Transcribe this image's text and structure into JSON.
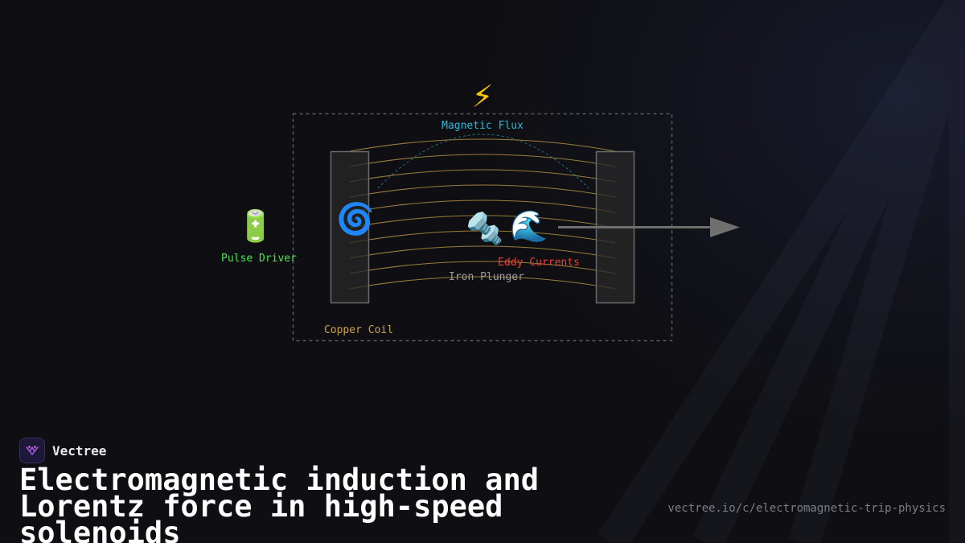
{
  "diagram": {
    "labels": {
      "magnetic_flux": "Magnetic Flux",
      "pulse_driver": "Pulse Driver",
      "eddy_currents": "Eddy Currents",
      "iron_plunger": "Iron Plunger",
      "copper_coil": "Copper Coil"
    },
    "icons": {
      "flux": "high-voltage-emoji",
      "driver": "battery-emoji",
      "coil": "cyclone-emoji",
      "plunger": "nut-and-bolt-emoji",
      "eddy": "water-wave-emoji"
    },
    "glyphs": {
      "flux": "⚡",
      "driver": "🔋",
      "coil": "🌀",
      "plunger": "🔩",
      "eddy": "🌊"
    },
    "colors": {
      "flux": "#2fb8d6",
      "driver": "#4ee44e",
      "eddy": "#e0453a",
      "plunger": "#9a9a9a",
      "coil": "#c9a24a",
      "arrow": "#6f6f6f",
      "frame": "#5a5a5a"
    }
  },
  "brand": {
    "name": "Vectree"
  },
  "title": "Electromagnetic induction and Lorentz force in high-speed solenoids",
  "url": "vectree.io/c/electromagnetic-trip-physics"
}
